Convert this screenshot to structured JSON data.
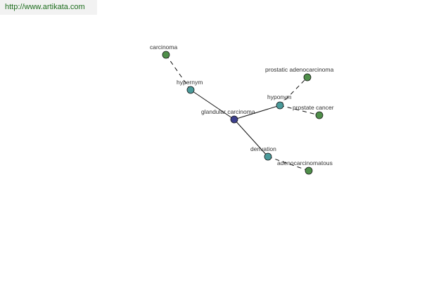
{
  "watermark": {
    "text": "http://www.artikata.com"
  },
  "colors": {
    "center": "#3b3f8c",
    "relation": "#4a9a9a",
    "term": "#4f8f4a"
  },
  "graph": {
    "center": {
      "label": "glandular carcinoma"
    },
    "relations": [
      {
        "label": "hypernym"
      },
      {
        "label": "hyponym"
      },
      {
        "label": "derivation"
      }
    ],
    "terms": [
      {
        "label": "carcinoma"
      },
      {
        "label": "prostatic adenocarcinoma"
      },
      {
        "label": "prostate cancer"
      },
      {
        "label": "adenocarcinomatous"
      }
    ]
  }
}
